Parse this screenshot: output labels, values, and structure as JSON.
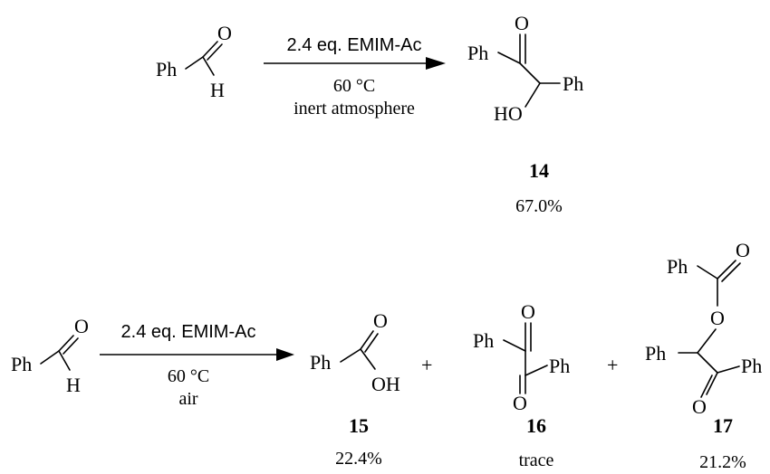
{
  "reaction1": {
    "reagent": "2.4 eq. EMIM-Ac",
    "temperature": "60 °C",
    "atmosphere": "inert atmosphere",
    "product_label": "14",
    "product_yield": "67.0%"
  },
  "reaction2": {
    "reagent": "2.4 eq. EMIM-Ac",
    "temperature": "60 °C",
    "atmosphere": "air",
    "plus": "+",
    "products": [
      {
        "label": "15",
        "yield": "22.4%"
      },
      {
        "label": "16",
        "yield": "trace"
      },
      {
        "label": "17",
        "yield": "21.2%"
      }
    ]
  },
  "atoms": {
    "ph": "Ph",
    "o": "O",
    "h": "H",
    "ho": "HO",
    "oh": "OH"
  }
}
